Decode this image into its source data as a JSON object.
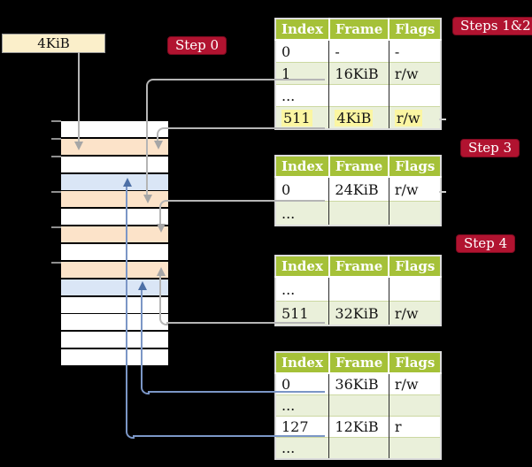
{
  "colors": {
    "header_green": "#a5c138",
    "row_green": "#eaf0da",
    "peach": "#fce3c9",
    "blue_row": "#dae6f6",
    "cream": "#fbefca",
    "crimson": "#b11330",
    "highlight_yellow": "#fbf6a2",
    "gray_line": "#b5b5b5",
    "blue_line": "#7b96c6"
  },
  "frame_box": {
    "label": "4KiB"
  },
  "labels": {
    "steps12": "Steps 1&2",
    "step0": "Step 0",
    "step3": "Step 3",
    "step4": "Step 4"
  },
  "memory": {
    "rows": [
      "white",
      "peach",
      "white",
      "blue",
      "peach",
      "white",
      "peach",
      "white",
      "peach",
      "blue",
      "white",
      "white",
      "white",
      "white"
    ]
  },
  "tables": [
    {
      "name": "page-table-steps-1-2",
      "headers": [
        "Index",
        "Frame",
        "Flags"
      ],
      "rows": [
        {
          "cells": [
            "0",
            "-",
            "-"
          ],
          "shade": false,
          "highlight": false
        },
        {
          "cells": [
            "1",
            "16KiB",
            "r/w"
          ],
          "shade": true,
          "highlight": false
        },
        {
          "cells": [
            "...",
            "",
            ""
          ],
          "shade": false,
          "highlight": false
        },
        {
          "cells": [
            "511",
            "4KiB",
            "r/w"
          ],
          "shade": true,
          "highlight": true
        }
      ]
    },
    {
      "name": "page-table-step-3",
      "headers": [
        "Index",
        "Frame",
        "Flags"
      ],
      "rows": [
        {
          "cells": [
            "0",
            "24KiB",
            "r/w"
          ],
          "shade": false,
          "highlight": false
        },
        {
          "cells": [
            "...",
            "",
            ""
          ],
          "shade": true,
          "highlight": false
        }
      ]
    },
    {
      "name": "page-table-step-4",
      "headers": [
        "Index",
        "Frame",
        "Flags"
      ],
      "rows": [
        {
          "cells": [
            "...",
            "",
            ""
          ],
          "shade": false,
          "highlight": false
        },
        {
          "cells": [
            "511",
            "32KiB",
            "r/w"
          ],
          "shade": true,
          "highlight": false
        }
      ]
    },
    {
      "name": "page-table-final",
      "headers": [
        "Index",
        "Frame",
        "Flags"
      ],
      "rows": [
        {
          "cells": [
            "0",
            "36KiB",
            "r/w"
          ],
          "shade": false,
          "highlight": false
        },
        {
          "cells": [
            "...",
            "",
            ""
          ],
          "shade": true,
          "highlight": false
        },
        {
          "cells": [
            "127",
            "12KiB",
            "r"
          ],
          "shade": false,
          "highlight": false
        },
        {
          "cells": [
            "...",
            "",
            ""
          ],
          "shade": true,
          "highlight": false
        }
      ]
    }
  ]
}
